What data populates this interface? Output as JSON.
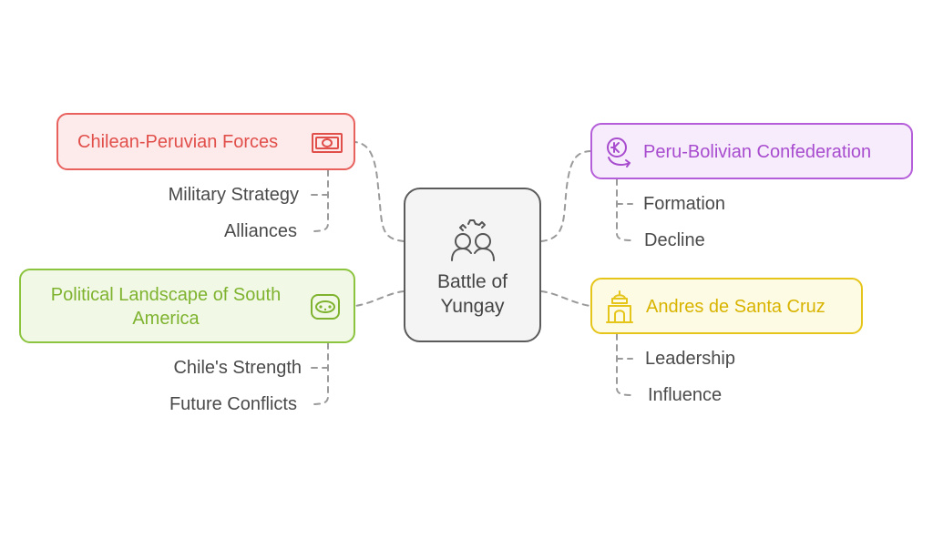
{
  "center": {
    "title": "Battle of Yungay",
    "title_line1": "Battle of",
    "title_line2": "Yungay",
    "icon": "people-gear-icon"
  },
  "branches": {
    "chilean": {
      "label": "Chilean-Peruvian Forces",
      "icon": "banknote-icon",
      "color": "#e8615d",
      "fill": "#fdeaea",
      "children": [
        "Military Strategy",
        "Alliances"
      ]
    },
    "political": {
      "label_line1": "Political Landscape of South",
      "label_line2": "America",
      "icon": "plug-socket-icon",
      "color": "#8cc43f",
      "fill": "#f1f9e6",
      "children": [
        "Chile's Strength",
        "Future Conflicts"
      ]
    },
    "confederation": {
      "label": "Peru-Bolivian Confederation",
      "icon": "currency-exchange-icon",
      "color": "#b55ed9",
      "fill": "#f7ecfb",
      "children": [
        "Formation",
        "Decline"
      ]
    },
    "santa_cruz": {
      "label": "Andres de Santa Cruz",
      "icon": "monument-icon",
      "color": "#e6c51a",
      "fill": "#fefbe4",
      "children": [
        "Leadership",
        "Influence"
      ]
    }
  }
}
